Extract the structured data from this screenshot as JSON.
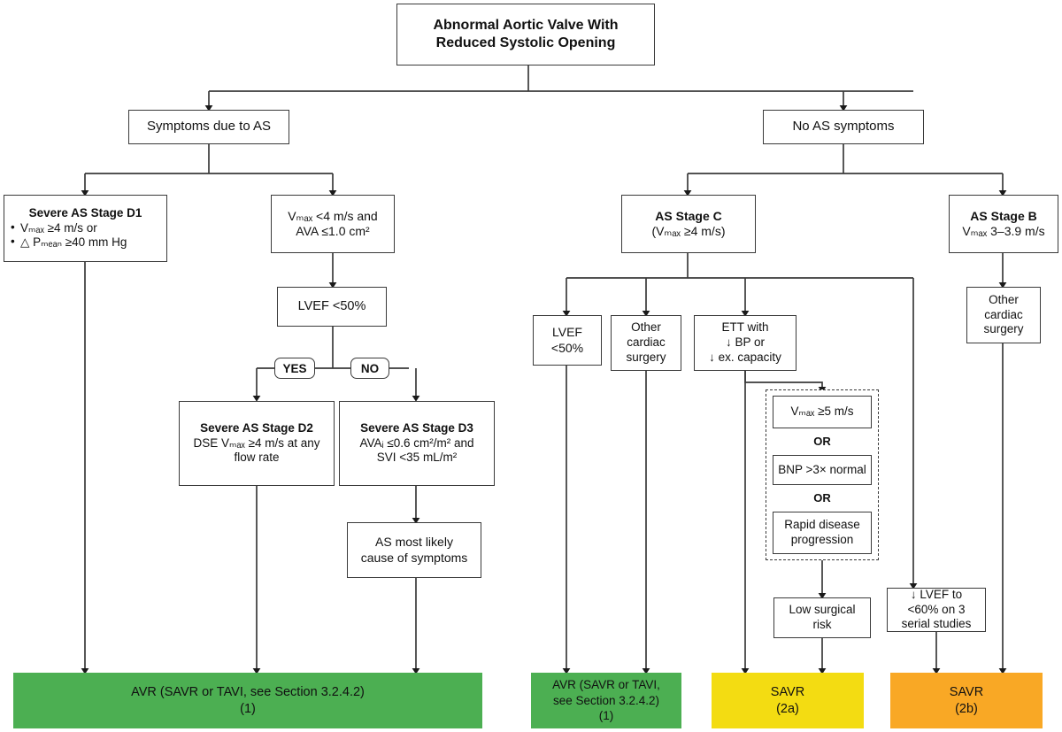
{
  "diagram": {
    "title": "Abnormal Aortic Valve With Reduced Systolic Opening",
    "root": {
      "line1": "Abnormal Aortic Valve With",
      "line2": "Reduced Systolic Opening"
    },
    "branch_symptoms": "Symptoms due to AS",
    "branch_no_symptoms": "No AS symptoms",
    "stage_d1": {
      "title": "Severe AS Stage D1",
      "bullet1": "Vₘₐₓ ≥4 m/s or",
      "bullet2": "△ Pₘₑₐₙ ≥40 mm Hg"
    },
    "low_gradient": {
      "line1": "Vₘₐₓ <4 m/s and",
      "line2": "AVA ≤1.0 cm²"
    },
    "lvef50_left": "LVEF <50%",
    "yes_label": "YES",
    "no_label": "NO",
    "stage_d2": {
      "title": "Severe AS Stage D2",
      "line1": "DSE Vₘₐₓ ≥4 m/s at any",
      "line2": "flow rate"
    },
    "stage_d3": {
      "title": "Severe AS Stage D3",
      "line1": "AVAᵢ ≤0.6 cm²/m² and",
      "line2": "SVI <35 mL/m²"
    },
    "as_most_likely": {
      "line1": "AS most likely",
      "line2": "cause of symptoms"
    },
    "stage_c": {
      "title": "AS Stage C",
      "line1": "(Vₘₐₓ ≥4 m/s)"
    },
    "stage_b": {
      "title": "AS Stage B",
      "line1": "Vₘₐₓ 3–3.9 m/s"
    },
    "lvef50_right": {
      "line1": "LVEF",
      "line2": "<50%"
    },
    "other_cardiac_surgery_c": {
      "line1": "Other",
      "line2": "cardiac",
      "line3": "surgery"
    },
    "ett": {
      "line1": "ETT with",
      "line2": "↓ BP or",
      "line3": "↓ ex. capacity"
    },
    "or_group": {
      "item1": "Vₘₐₓ ≥5 m/s",
      "or1": "OR",
      "item2": "BNP >3× normal",
      "or2": "OR",
      "item3_line1": "Rapid disease",
      "item3_line2": "progression"
    },
    "low_surgical_risk": {
      "line1": "Low surgical",
      "line2": "risk"
    },
    "lvef_serial": {
      "line1": "↓ LVEF to",
      "line2": "<60% on 3",
      "line3": "serial studies"
    },
    "other_cardiac_surgery_b": {
      "line1": "Other",
      "line2": "cardiac",
      "line3": "surgery"
    },
    "outcomes": [
      {
        "id": "avr-wide",
        "line1": "AVR (SAVR or TAVI, see Section 3.2.4.2)",
        "line2": "(1)",
        "color": "#4CAF52"
      },
      {
        "id": "avr-narrow",
        "line1": "AVR (SAVR or TAVI,",
        "line2": "see Section 3.2.4.2)",
        "line3": "(1)",
        "color": "#4CAF52"
      },
      {
        "id": "savr-2a",
        "line1": "SAVR",
        "line2": "(2a)",
        "color": "#F3DC12"
      },
      {
        "id": "savr-2b",
        "line1": "SAVR",
        "line2": "(2b)",
        "color": "#F9A825"
      }
    ],
    "colors": {
      "green": "#4CAF52",
      "yellow": "#F3DC12",
      "orange": "#F9A825",
      "line": "#3a3a3a"
    }
  }
}
